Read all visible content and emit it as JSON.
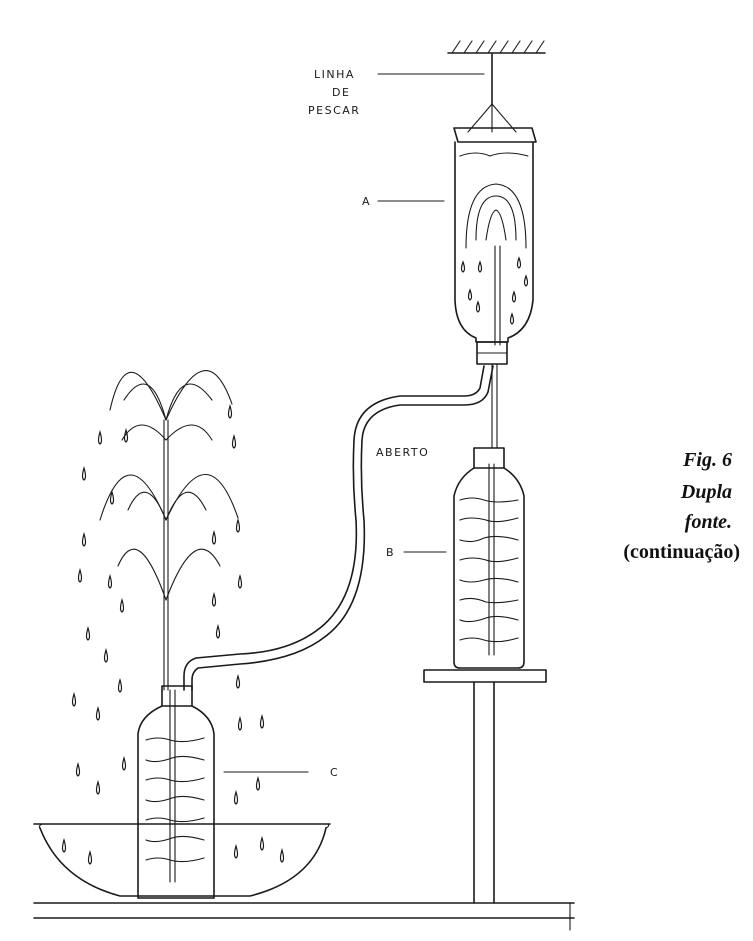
{
  "labels": {
    "fishing_line": [
      "LINHA",
      "DE",
      "PESCAR"
    ],
    "bottle_a": "A",
    "bottle_b": "B",
    "bottle_c": "C",
    "open_tube": "ABERTO"
  },
  "caption": {
    "figure": "Fig. 6",
    "title_line1": "Dupla",
    "title_line2": "fonte.",
    "note": "(continuação)"
  }
}
